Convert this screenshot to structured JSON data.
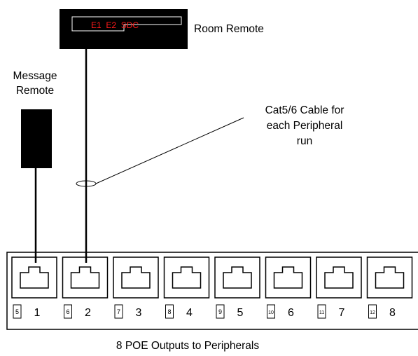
{
  "room_remote": {
    "label": "Room Remote",
    "display_text": "E1  E2  SDC",
    "display_color": "#ff1a1a",
    "body_color": "#000000"
  },
  "message_remote": {
    "label_line1": "Message",
    "label_line2": "Remote",
    "body_color": "#000000"
  },
  "cable_note": {
    "line1": "Cat5/6 Cable for",
    "line2": "each Peripheral",
    "line3": "run"
  },
  "panel": {
    "caption": "8 POE Outputs to Peripherals",
    "ports": [
      {
        "tag": "5",
        "label": "1"
      },
      {
        "tag": "6",
        "label": "2"
      },
      {
        "tag": "7",
        "label": "3"
      },
      {
        "tag": "8",
        "label": "4"
      },
      {
        "tag": "9",
        "label": "5"
      },
      {
        "tag": "10",
        "label": "6"
      },
      {
        "tag": "11",
        "label": "7"
      },
      {
        "tag": "12",
        "label": "8"
      }
    ]
  }
}
